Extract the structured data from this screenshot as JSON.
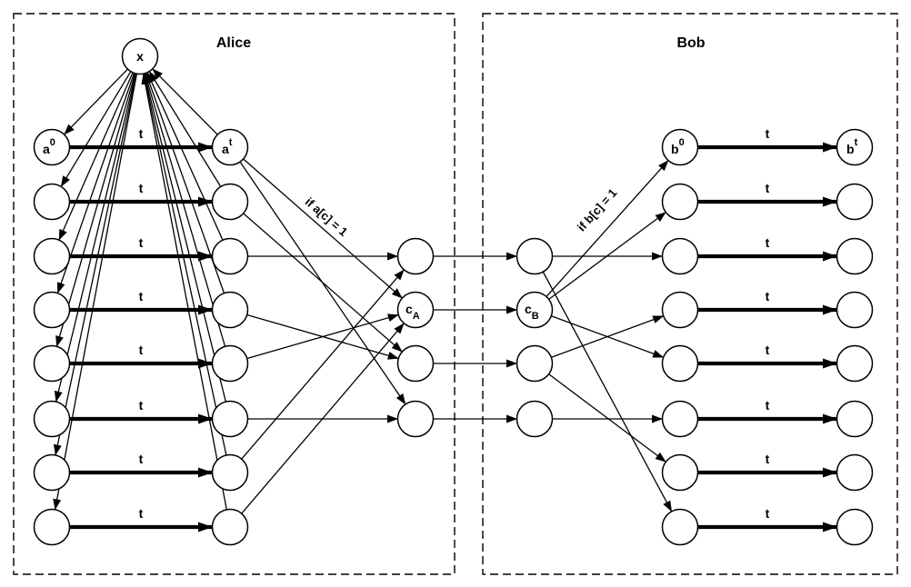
{
  "boxes": {
    "alice": {
      "title": "Alice"
    },
    "bob": {
      "title": "Bob"
    }
  },
  "labels": {
    "t": "t",
    "if_a": "if a[c] = 1",
    "if_b": "if b[c] = 1"
  },
  "nodes": {
    "x": {
      "label": "x"
    },
    "a0": {
      "base": "a",
      "sup": "0"
    },
    "at": {
      "base": "a",
      "sup": "t"
    },
    "b0": {
      "base": "b",
      "sup": "0"
    },
    "bt": {
      "base": "b",
      "sup": "t"
    },
    "cA": {
      "base": "c",
      "sub": "A"
    },
    "cB": {
      "base": "c",
      "sub": "B"
    }
  },
  "structure": {
    "type": "state-transition-diagram",
    "alice_rows": 8,
    "bob_rows": 8,
    "alice_relay_nodes": 4,
    "bob_relay_nodes": 4,
    "row_arrow_label": "t",
    "alice_condition_edge": "a^t to c_A labeled 'if a[c] = 1'",
    "bob_condition_edge": "c_B to b^0 labeled 'if b[c] = 1'",
    "x_node_edges": "x points to all 8 left-column nodes; all 8 right-column nodes point back to x",
    "interbox_edges": "4 horizontal arrows from Alice relay nodes to Bob relay nodes"
  }
}
